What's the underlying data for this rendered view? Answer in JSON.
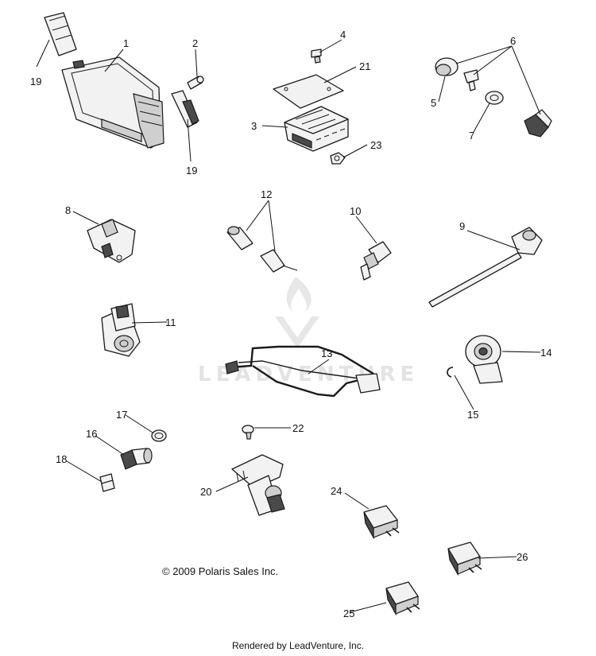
{
  "diagram": {
    "callouts": {
      "c1": "1",
      "c2": "2",
      "c3": "3",
      "c4": "4",
      "c5": "5",
      "c6": "6",
      "c7": "7",
      "c8": "8",
      "c9": "9",
      "c10": "10",
      "c11": "11",
      "c12": "12",
      "c13": "13",
      "c14": "14",
      "c15": "15",
      "c16": "16",
      "c17": "17",
      "c18": "18",
      "c19a": "19",
      "c19b": "19",
      "c20": "20",
      "c21": "21",
      "c22": "22",
      "c23": "23",
      "c24": "24",
      "c25": "25",
      "c26": "26"
    },
    "watermark_text": "LEADVENTURE",
    "copyright": "© 2009 Polaris Sales Inc.",
    "footer": "Rendered by LeadVenture, Inc."
  }
}
